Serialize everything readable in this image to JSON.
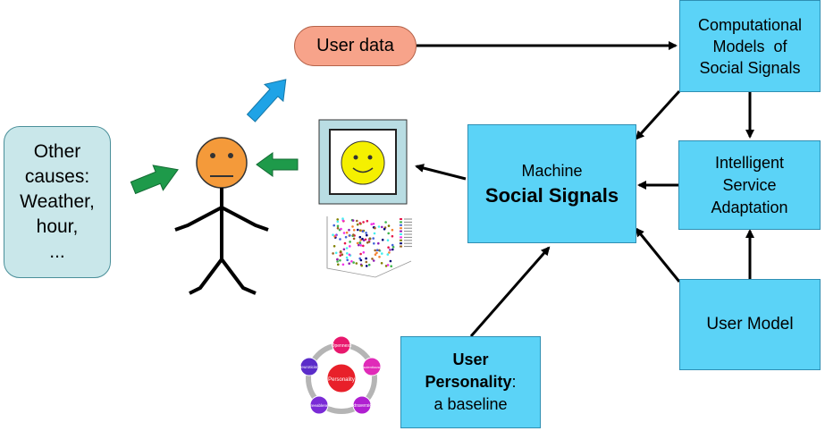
{
  "colors": {
    "box_fill": "#5bd3f7",
    "box_border": "#2f8fb3",
    "other_causes_fill": "#c9e7ea",
    "user_data_fill": "#f7a38a",
    "face_fill": "#f49a3a",
    "smiley_fill": "#f5f000",
    "blue_arrow": "#1fa3e6",
    "green_arrow": "#1e9a4a",
    "black": "#000000"
  },
  "nodes": {
    "other_causes": {
      "lines": [
        "Other",
        "causes:",
        "Weather,",
        "hour,",
        "..."
      ]
    },
    "user_data": {
      "label": "User data"
    },
    "computational_models": {
      "lines": [
        "Computational",
        "Models  of",
        "Social Signals"
      ]
    },
    "machine_social_signals": {
      "line1": "Machine",
      "line2": "Social Signals"
    },
    "intelligent_service": {
      "lines": [
        "Intelligent",
        "Service",
        "Adaptation"
      ]
    },
    "user_model": {
      "label": "User Model"
    },
    "user_personality": {
      "line1": "User",
      "line2_bold": "Personality",
      "line2_rest": ":",
      "line3": "a baseline"
    }
  },
  "personality_diagram": {
    "center": "Personality",
    "traits": [
      "Openness",
      "Conscientiousness",
      "Extraversion",
      "Agreeableness",
      "Neuroticism"
    ]
  },
  "icons": {
    "stick_figure": "stick-figure-person-icon",
    "smiley": "smiley-face-icon",
    "scatter": "3d-scatter-plot-icon"
  }
}
